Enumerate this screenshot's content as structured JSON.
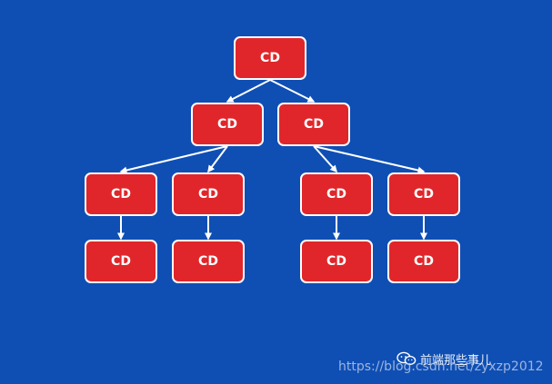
{
  "diagram": {
    "nodes": [
      {
        "id": "root",
        "label": "CD"
      },
      {
        "id": "l1-left",
        "label": "CD"
      },
      {
        "id": "l1-right",
        "label": "CD"
      },
      {
        "id": "l2-a",
        "label": "CD"
      },
      {
        "id": "l2-b",
        "label": "CD"
      },
      {
        "id": "l2-c",
        "label": "CD"
      },
      {
        "id": "l2-d",
        "label": "CD"
      },
      {
        "id": "l3-a",
        "label": "CD"
      },
      {
        "id": "l3-b",
        "label": "CD"
      },
      {
        "id": "l3-c",
        "label": "CD"
      },
      {
        "id": "l3-d",
        "label": "CD"
      }
    ],
    "edges": [
      [
        "root",
        "l1-left"
      ],
      [
        "root",
        "l1-right"
      ],
      [
        "l1-left",
        "l2-a"
      ],
      [
        "l1-left",
        "l2-b"
      ],
      [
        "l1-right",
        "l2-c"
      ],
      [
        "l1-right",
        "l2-d"
      ],
      [
        "l2-a",
        "l3-a"
      ],
      [
        "l2-b",
        "l3-b"
      ],
      [
        "l2-c",
        "l3-c"
      ],
      [
        "l2-d",
        "l3-d"
      ]
    ]
  },
  "watermark": {
    "brand": "前端那些事儿",
    "url": "https://blog.csdn.net/zyxzp2012",
    "icon": "wechat-icon"
  },
  "colors": {
    "background": "#0f4fb4",
    "node_fill": "#e0262a",
    "node_border": "#ffffff",
    "edge": "#ffffff"
  }
}
